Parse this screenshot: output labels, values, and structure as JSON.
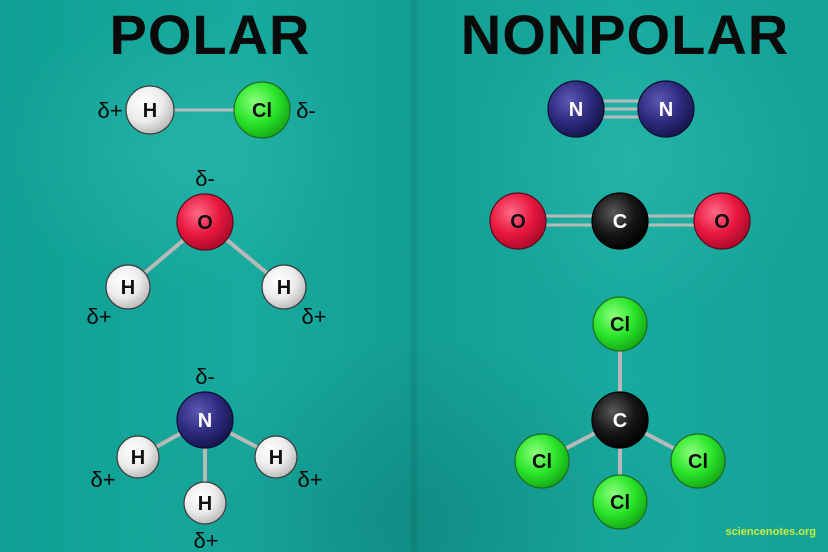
{
  "headings": {
    "polar": "POLAR",
    "nonpolar": "NONPOLAR"
  },
  "colors": {
    "hydrogen": "#e9e9e9",
    "chlorine": "#26e12a",
    "oxygen": "#e5173f",
    "nitrogen": "#2c2a7a",
    "carbon": "#141414",
    "bond": "#b9b9b9",
    "background": "#14a096"
  },
  "molecules": {
    "hcl": {
      "atoms": [
        {
          "label": "H",
          "element": "hydrogen",
          "charge": "δ+"
        },
        {
          "label": "Cl",
          "element": "chlorine",
          "charge": "δ-"
        }
      ]
    },
    "water": {
      "atoms": [
        {
          "label": "O",
          "element": "oxygen",
          "charge": "δ-"
        },
        {
          "label": "H",
          "element": "hydrogen",
          "charge": "δ+"
        },
        {
          "label": "H",
          "element": "hydrogen",
          "charge": "δ+"
        }
      ]
    },
    "ammonia": {
      "atoms": [
        {
          "label": "N",
          "element": "nitrogen",
          "charge": "δ-"
        },
        {
          "label": "H",
          "element": "hydrogen",
          "charge": "δ+"
        },
        {
          "label": "H",
          "element": "hydrogen",
          "charge": "δ+"
        },
        {
          "label": "H",
          "element": "hydrogen",
          "charge": "δ+"
        }
      ]
    },
    "nitrogen_gas": {
      "atoms": [
        {
          "label": "N",
          "element": "nitrogen"
        },
        {
          "label": "N",
          "element": "nitrogen"
        }
      ],
      "bond": "triple"
    },
    "carbon_dioxide": {
      "atoms": [
        {
          "label": "O",
          "element": "oxygen"
        },
        {
          "label": "C",
          "element": "carbon"
        },
        {
          "label": "O",
          "element": "oxygen"
        }
      ],
      "bonds": "double"
    },
    "carbon_tetrachloride": {
      "atoms": [
        {
          "label": "Cl",
          "element": "chlorine"
        },
        {
          "label": "C",
          "element": "carbon"
        },
        {
          "label": "Cl",
          "element": "chlorine"
        },
        {
          "label": "Cl",
          "element": "chlorine"
        },
        {
          "label": "Cl",
          "element": "chlorine"
        }
      ]
    }
  },
  "credit": "sciencenotes.org"
}
